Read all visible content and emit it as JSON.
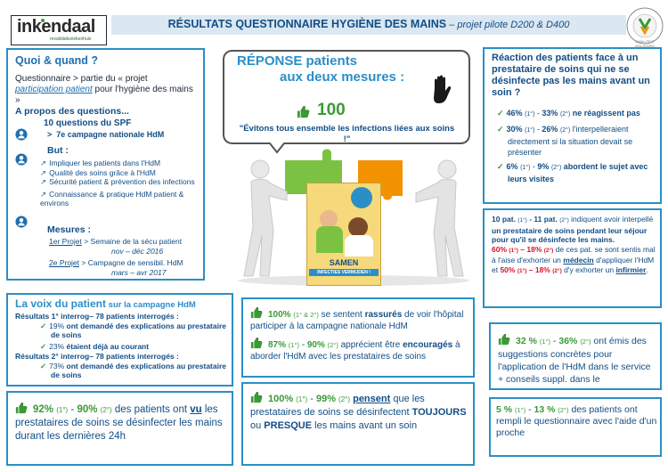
{
  "header": {
    "logo_text": "inkendaal",
    "logo_tagline": "revalidatieziekenhuis",
    "title_main": "RÉSULTATS QUESTIONNAIRE HYGIÈNE DES MAINS",
    "title_sub": " – projet pilote D200 & D400",
    "seal_text": "KWALITEIT VEILIGHEID"
  },
  "quoi": {
    "title": "Quoi & quand ?",
    "intro_1": "Questionnaire > partie du « projet ",
    "intro_link": "participation patient",
    "intro_2": " pour l'hygiène des mains »",
    "propos": "A propos des questions...",
    "q10": "10 questions du SPF",
    "campagne": "7e campagne nationale HdM",
    "but_label": "But :",
    "but_items": [
      "Impliquer les patients dans l'HdM",
      "Qualité des soins grâce à l'HdM",
      "Sécurité patient & prévention des infections",
      "Connaissance & pratique HdM patient & environs"
    ],
    "mesures_label": "Mesures :",
    "projet1_label": "1er Projet",
    "projet1_text": " > Semaine de la sécu patient",
    "projet1_date": "nov – déc  2016",
    "projet2_label": "2e Projet",
    "projet2_text": " > Campagne de sensibil. HdM",
    "projet2_date": "mars – avr 2017"
  },
  "center": {
    "reponse_1": "RÉPONSE  patients",
    "reponse_2": "aux deux mesures :",
    "score": "100",
    "slogan": "\"Évitons tous ensemble les infections liées aux soins !\"",
    "poster_title": "SAMEN",
    "poster_sub": "INFECTIES VERMIJDEN !"
  },
  "reaction": {
    "title": "Réaction des patients face à un prestataire de soins qui ne se désinfecte pas les mains avant un soin ?",
    "items": [
      {
        "p1": "46% ",
        "m1": "(1°)",
        "sep": " -  ",
        "p2": "33% ",
        "m2": "(2°)",
        "txt": " ne réagissent pas"
      },
      {
        "p1": "30% ",
        "m1": "(1°)",
        "sep": " -  ",
        "p2": "26% ",
        "m2": "(2°)",
        "txt": " l'interpelleraient directement si la situation devait se présenter"
      },
      {
        "p1": "6% ",
        "m1": "(1°)",
        "sep": " -  ",
        "p2": "9% ",
        "m2": "(2°)",
        "txt": " abordent le sujet avec leurs visites"
      }
    ]
  },
  "pat": {
    "a1": "10 pat. ",
    "m1": "(1°)",
    "a2": " -  11 pat. ",
    "m2": "(2°)",
    "t1": " indiquent avoir interpellé ",
    "t2": " un prestataire de soins pendant leur séjour pour qu'il se désinfecte les mains.",
    "r1": "60% ",
    "rm1": "(1°)",
    "r2": " – 18% ",
    "rm2": "(2°)",
    "t3": " de ces pat. se sont sentis mal à l'aise d'exhorter un ",
    "medecin": "médecin",
    "t4": " d'appliquer l'HdM et ",
    "r3": "50% ",
    "rm3": "(1°)",
    "r4": " – 18% ",
    "rm4": "(2°)",
    "t5": " d'y exhorter un ",
    "infirmier": "infirmier",
    "t6": "."
  },
  "voix": {
    "title": "La voix du patient",
    "title_small": " sur la campagne HdM",
    "r1_header": "Résultats 1° interrog– 78 patients interrogés :",
    "r1_items": [
      {
        "pct": "19% ",
        "txt": " ont demandé des explications au prestataire de soins"
      },
      {
        "pct": "23% ",
        "txt": "étaient déjà au courant"
      }
    ],
    "r2_header": "Résultats 2° interrog– 78 patients interrogés :",
    "r2_items": [
      {
        "pct": "73% ",
        "txt": " ont demandé des explications au prestataire de soins"
      }
    ]
  },
  "vu": {
    "p1": "92% ",
    "m1": "(1°)",
    "sep": "  -  ",
    "p2": "90% ",
    "m2": "(2°)",
    "t1": " des patients ont ",
    "vu": "vu",
    "t2": " les prestataires de soins se désinfecter les mains durant les dernières 24h"
  },
  "rassures": {
    "p1": "100% ",
    "m1": "(1° & 2°)",
    "t1": " se sentent ",
    "kw": "rassurés",
    "t2": " de voir l'hôpital participer à la campagne nationale HdM",
    "q1": "87% ",
    "qm1": "(1°)",
    "sep": "  -  ",
    "q2": "90% ",
    "qm2": "(2°)",
    "t3": " apprécient être ",
    "kw2": "encouragés",
    "t4": " à aborder l'HdM avec les prestataires de soins"
  },
  "pensent": {
    "p1": "100% ",
    "m1": "(1°)",
    "sep": "  -  ",
    "p2": "99% ",
    "m2": "(2°)",
    "kw": "pensent",
    "t1": " que les prestataires de soins se désinfectent ",
    "kw2": "TOUJOURS",
    "t2": " ou ",
    "kw3": "PRESQUE",
    "t3": " les mains avant un soin"
  },
  "suggestions": {
    "p1": "32 % ",
    "m1": "(1°)",
    "sep": "  -  ",
    "p2": "36% ",
    "m2": "(2°)",
    "t1": " ont émis des suggestions concrètes pour l'application de l'HdM dans le service + conseils suppl. dans le"
  },
  "proche": {
    "p1": "5 % ",
    "m1": "(1°)",
    "sep": "  -  ",
    "p2": "13 % ",
    "m2": "(2°)",
    "t1": " des patients ont rempli le questionnaire avec l'aide d'un proche"
  },
  "colors": {
    "accent": "#2a8fc6",
    "dark_blue": "#124e86",
    "green": "#3a9a36",
    "red": "#d7142a",
    "puzzle_green": "#7cc242",
    "puzzle_orange": "#f39200"
  }
}
